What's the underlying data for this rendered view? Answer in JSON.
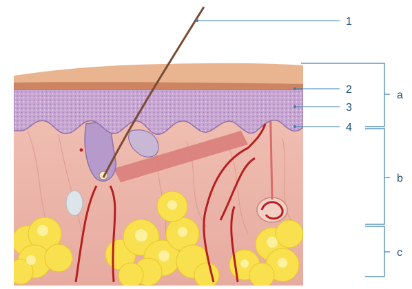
{
  "labels": {
    "one": "1",
    "two": "2",
    "three": "3",
    "four": "4",
    "a": "a",
    "b": "b",
    "c": "c"
  },
  "colors": {
    "epidermis_top": "#d38e6a",
    "epidermis_fill": "#c7a2cf",
    "dermis_fill": "#eab3a9",
    "fat_fill": "#f8e04e",
    "fat_highlight": "#fff6b3",
    "vessel": "#b51f1f",
    "hair": "#7a4b34",
    "bracket_line": "#3b7fb1",
    "label_text": "#1f4f73"
  }
}
